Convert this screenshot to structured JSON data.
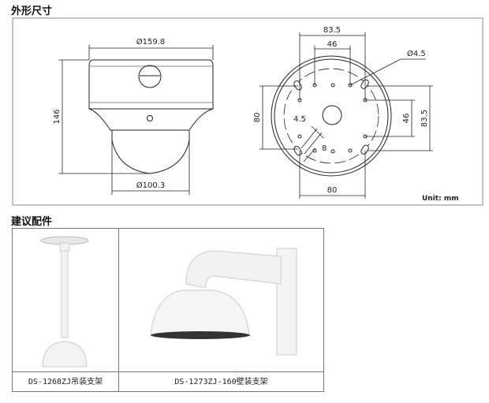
{
  "sections": {
    "dimensions_title": "外形尺寸",
    "accessories_title": "建议配件"
  },
  "dimensions": {
    "top_diameter": "Ø159.8",
    "height": "146",
    "dome_diameter": "Ø100.3",
    "mount_outer_span": "83.5",
    "mount_inner_span": "46",
    "hole_diameter": "Ø4.5",
    "left_span": "80",
    "right_inner_span": "46",
    "right_outer_span": "83.5",
    "slot_width": "4.5",
    "slot_length": "8",
    "bottom_span": "80",
    "unit": "Unit: mm"
  },
  "accessories": [
    {
      "caption": "DS-1268ZJ吊装支架"
    },
    {
      "caption": "DS-1273ZJ-160壁装支架"
    }
  ]
}
